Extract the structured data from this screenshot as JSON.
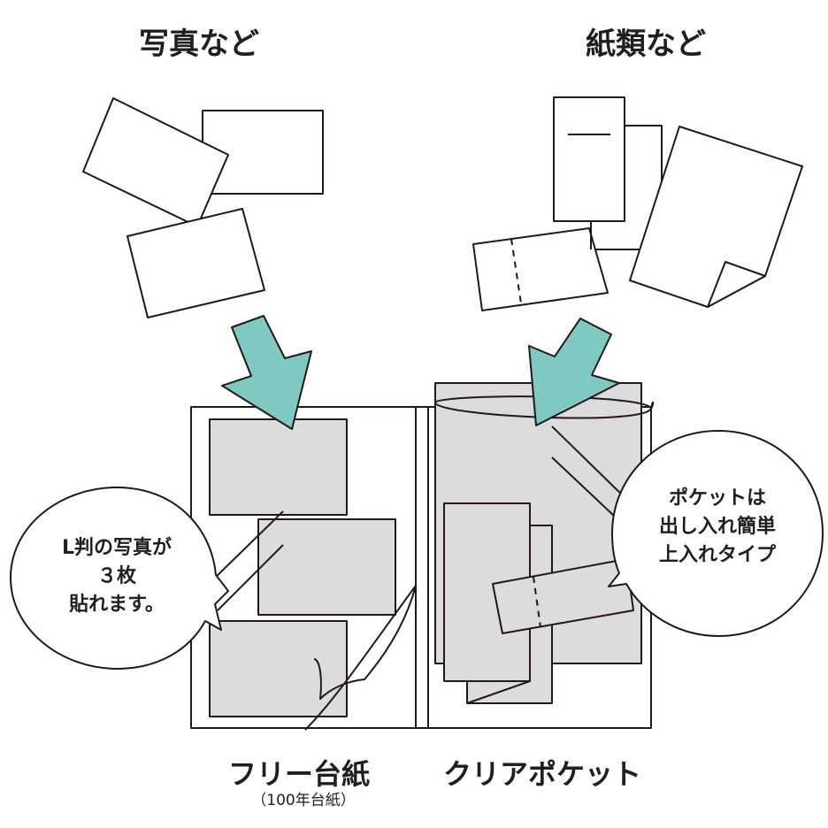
{
  "headings": {
    "photos": "写真など",
    "papers": "紙類など"
  },
  "bubbles": {
    "left": [
      "L判の写真が",
      "３枚",
      "貼れます。"
    ],
    "right": [
      "ポケットは",
      "出し入れ簡単",
      "上入れタイプ"
    ]
  },
  "captions": {
    "free_mount": "フリー台紙",
    "free_mount_note": "（100年台紙）",
    "clear_pocket": "クリアポケット"
  },
  "colors": {
    "arrow": "#7ecac3",
    "photo_fill": "#dcdcdc",
    "pocket_fill": "#dcdcdc",
    "line": "#231815"
  }
}
